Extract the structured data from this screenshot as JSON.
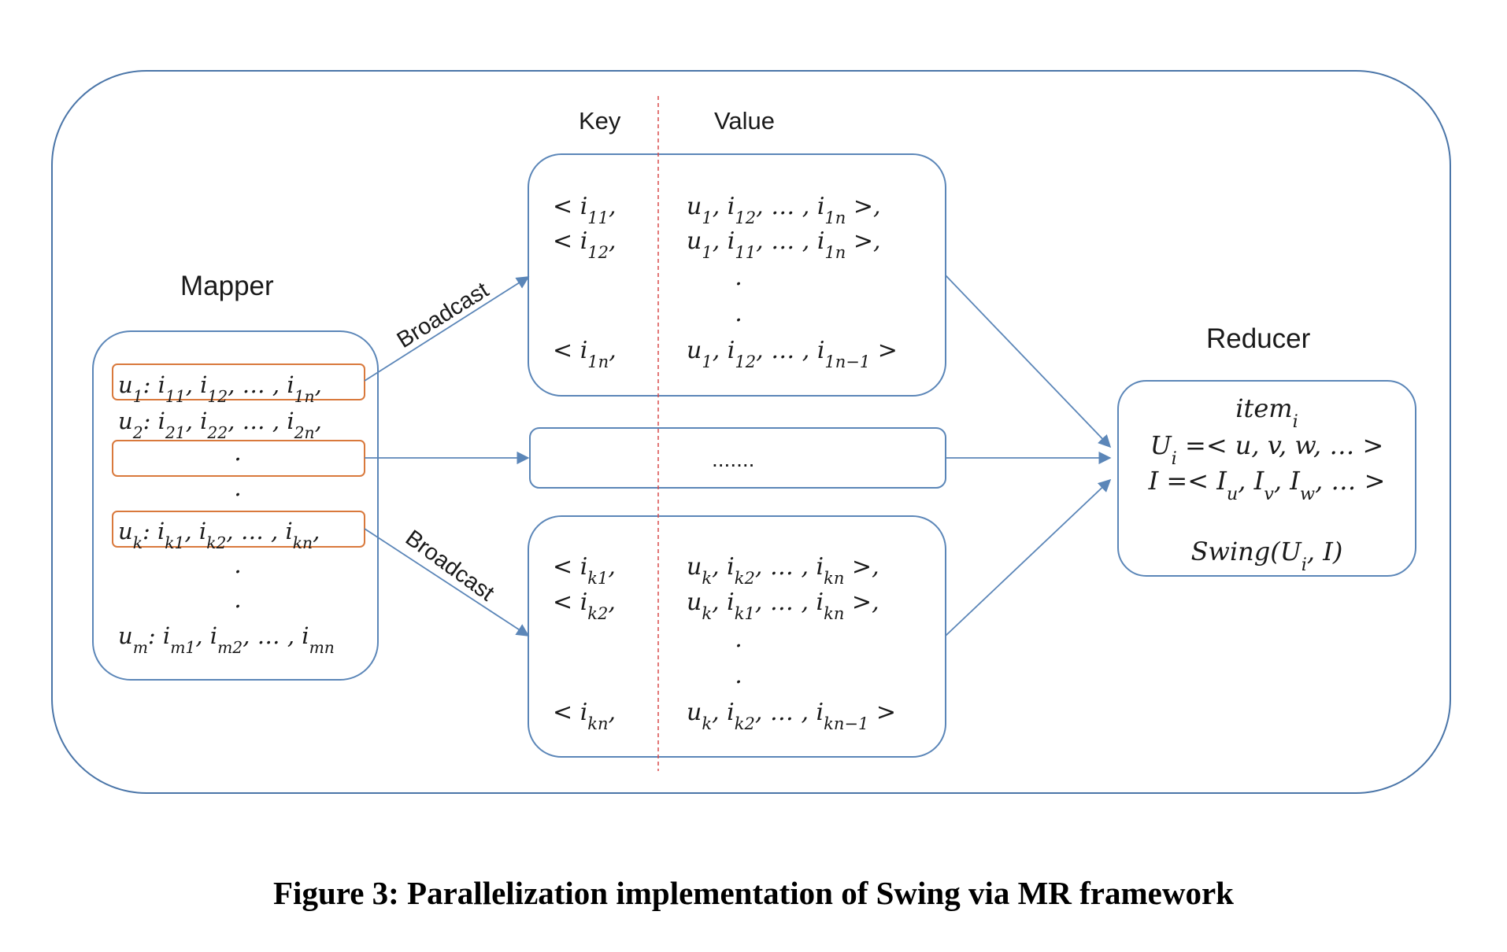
{
  "labels": {
    "key": "Key",
    "value": "Value",
    "mapper": "Mapper",
    "reducer": "Reducer",
    "broadcast_top": "Broadcast",
    "broadcast_bottom": "Broadcast"
  },
  "mapper": {
    "rows": [
      {
        "u": "u",
        "us": "1",
        "items": [
          [
            "i",
            "11"
          ],
          [
            "i",
            "12"
          ]
        ],
        "last": [
          "i",
          "1n"
        ],
        "tail": ","
      },
      {
        "u": "u",
        "us": "2",
        "items": [
          [
            "i",
            "21"
          ],
          [
            "i",
            "22"
          ]
        ],
        "last": [
          "i",
          "2n"
        ],
        "tail": ","
      },
      {
        "dot": "."
      },
      {
        "dot": "."
      },
      {
        "u": "u",
        "us": "k",
        "items": [
          [
            "i",
            "k1"
          ],
          [
            "i",
            "k2"
          ]
        ],
        "last": [
          "i",
          "kn"
        ],
        "tail": ","
      },
      {
        "dot": "."
      },
      {
        "dot": "."
      },
      {
        "u": "u",
        "us": "m",
        "items": [
          [
            "i",
            "m1"
          ],
          [
            "i",
            "m2"
          ]
        ],
        "last": [
          "i",
          "mn"
        ],
        "tail": ""
      }
    ]
  },
  "top_box": {
    "keys": [
      [
        "i",
        "11"
      ],
      [
        "i",
        "12"
      ],
      [
        "i",
        "1n"
      ]
    ],
    "values": [
      {
        "lead": [
          "u",
          "1"
        ],
        "items": [
          [
            "i",
            "12"
          ]
        ],
        "last": [
          "i",
          "1n"
        ],
        "tail": " >,"
      },
      {
        "lead": [
          "u",
          "1"
        ],
        "items": [
          [
            "i",
            "11"
          ]
        ],
        "last": [
          "i",
          "1n"
        ],
        "tail": " >,"
      },
      {
        "lead": [
          "u",
          "1"
        ],
        "items": [
          [
            "i",
            "12"
          ]
        ],
        "last": [
          "i",
          "1n−1"
        ],
        "tail": " >"
      }
    ],
    "dots": [
      ".",
      "."
    ]
  },
  "middle_box": {
    "text": "......."
  },
  "bottom_box": {
    "keys": [
      [
        "i",
        "k1"
      ],
      [
        "i",
        "k2"
      ],
      [
        "i",
        "kn"
      ]
    ],
    "values": [
      {
        "lead": [
          "u",
          "k"
        ],
        "items": [
          [
            "i",
            "k2"
          ]
        ],
        "last": [
          "i",
          "kn"
        ],
        "tail": " >,"
      },
      {
        "lead": [
          "u",
          "k"
        ],
        "items": [
          [
            "i",
            "k1"
          ]
        ],
        "last": [
          "i",
          "kn"
        ],
        "tail": " >,"
      },
      {
        "lead": [
          "u",
          "k"
        ],
        "items": [
          [
            "i",
            "k2"
          ]
        ],
        "last": [
          "i",
          "kn−1"
        ],
        "tail": " >"
      }
    ],
    "dots": [
      ".",
      "."
    ]
  },
  "reducer": {
    "line1": {
      "base": "item",
      "sub": "i"
    },
    "line2": {
      "base": "U",
      "sub": "i",
      "rest": " =< u, v, w, … >"
    },
    "line3": {
      "base": "I",
      "rest1": " =< I",
      "s1": "u",
      "r2": ", I",
      "s2": "v",
      "r3": ", I",
      "s3": "w",
      "r4": ", … >"
    },
    "line4": {
      "pre": "Swing(U",
      "sub": "i",
      "post": ", I)"
    }
  },
  "common": {
    "lt": "< ",
    "comma": ",",
    "ellipsis": " … ",
    "sep": ", "
  },
  "caption": "Figure 3: Parallelization implementation of Swing via MR framework",
  "colors": {
    "frame": "#4a75a8",
    "orange": "#d9793c",
    "arrow": "#5b86b8",
    "red_dash": "#d94a4a"
  }
}
